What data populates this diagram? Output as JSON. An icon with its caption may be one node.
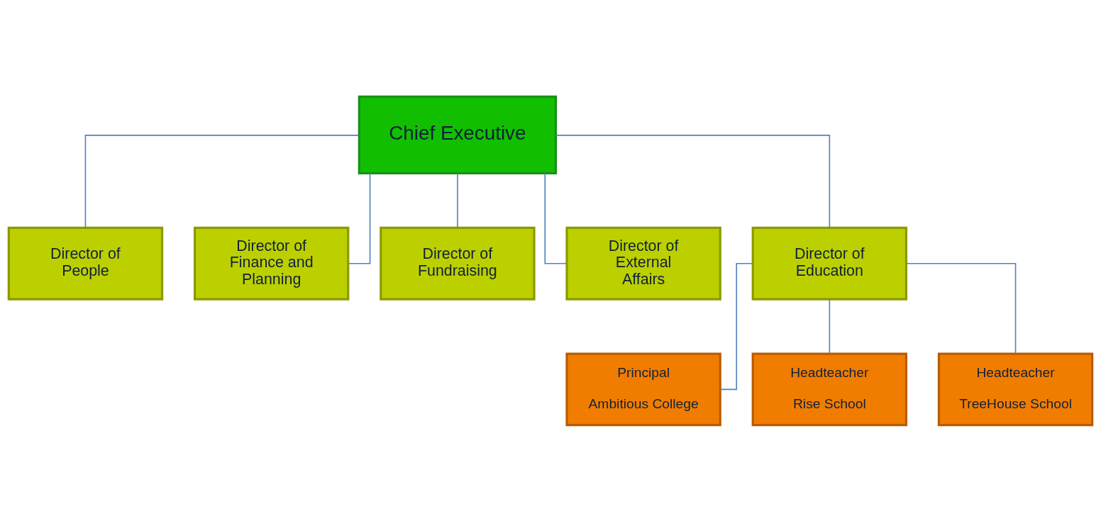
{
  "diagram": {
    "nodes": [
      {
        "text": [
          "Chief Executive"
        ]
      },
      {
        "text": [
          "Director of People"
        ]
      },
      {
        "text": [
          "Director of Finance and Planning"
        ]
      },
      {
        "text": [
          "Director of Fundraising"
        ]
      },
      {
        "text": [
          "Director of External Affairs"
        ]
      },
      {
        "text": [
          "Director of Education"
        ]
      },
      {
        "text": [
          "Principal",
          "Ambitious College"
        ]
      },
      {
        "text": [
          "Headteacher",
          "Rise School"
        ]
      },
      {
        "text": [
          "Headteacher",
          "TreeHouse School"
        ]
      }
    ],
    "edges": [
      {
        "from": 0,
        "to": 1,
        "arrow": "none"
      },
      {
        "from": 0,
        "to": 2,
        "arrow": "none"
      },
      {
        "from": 0,
        "to": 3,
        "arrow": "none"
      },
      {
        "from": 0,
        "to": 4,
        "arrow": "none"
      },
      {
        "from": 0,
        "to": 5,
        "arrow": "none"
      },
      {
        "from": 5,
        "to": 6,
        "arrow": "none"
      },
      {
        "from": 5,
        "to": 7,
        "arrow": "none"
      },
      {
        "from": 5,
        "to": 8,
        "arrow": "none"
      }
    ]
  }
}
